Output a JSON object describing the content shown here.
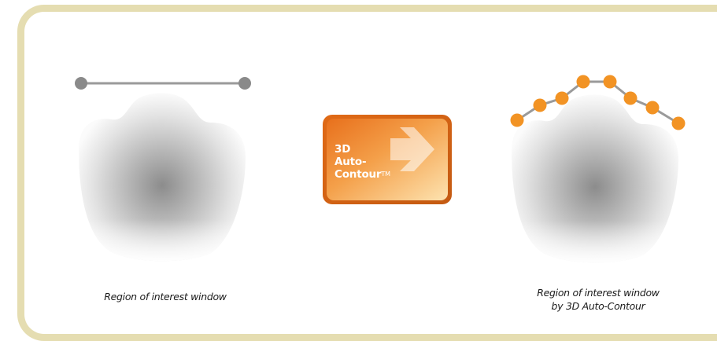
{
  "badge": {
    "line1": "3D",
    "line2": "Auto-",
    "line3": "Contour",
    "trademark": "TM",
    "arrow_icon": "right-arrow-icon",
    "color_dark": "#ec7a1c",
    "color_light": "#fde0a8"
  },
  "captions": {
    "left": "Region of interest window",
    "right_line1": "Region of interest window",
    "right_line2": "by 3D Auto-Contour"
  },
  "colors": {
    "frame_border": "#e5ddb1",
    "manual_points": "#8a8a8a",
    "contour_points": "#f29324",
    "contour_line": "#9a9a9a"
  }
}
